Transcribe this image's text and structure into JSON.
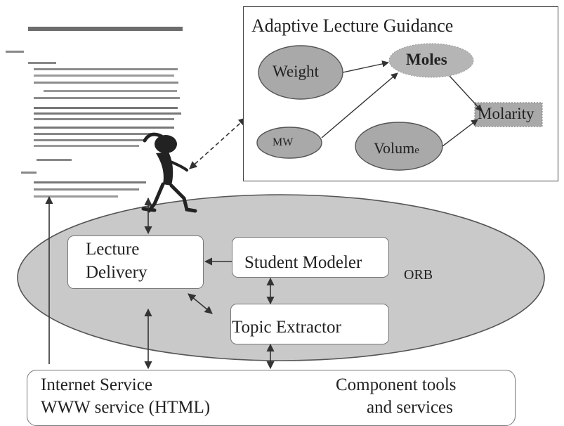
{
  "guidance": {
    "title": "Adaptive Lecture Guidance",
    "nodes": {
      "weight": "Weight",
      "moles": "Moles",
      "molarity": "Molarity",
      "mw": "MW",
      "volume_main": "Volum",
      "volume_sub": "e"
    }
  },
  "orb": {
    "label": "ORB",
    "lecture_delivery_line1": "Lecture",
    "lecture_delivery_line2": "Delivery",
    "student_modeler": "Student Modeler",
    "topic_extractor": "Topic Extractor"
  },
  "services": {
    "internet_line1": "Internet Service",
    "internet_line2": "WWW service (HTML)",
    "component_line1": "Component tools",
    "component_line2": "and services"
  },
  "colors": {
    "ellipse_fill": "#c9c9c9",
    "node_fill": "#a9a9a9",
    "stroke": "#333333"
  }
}
